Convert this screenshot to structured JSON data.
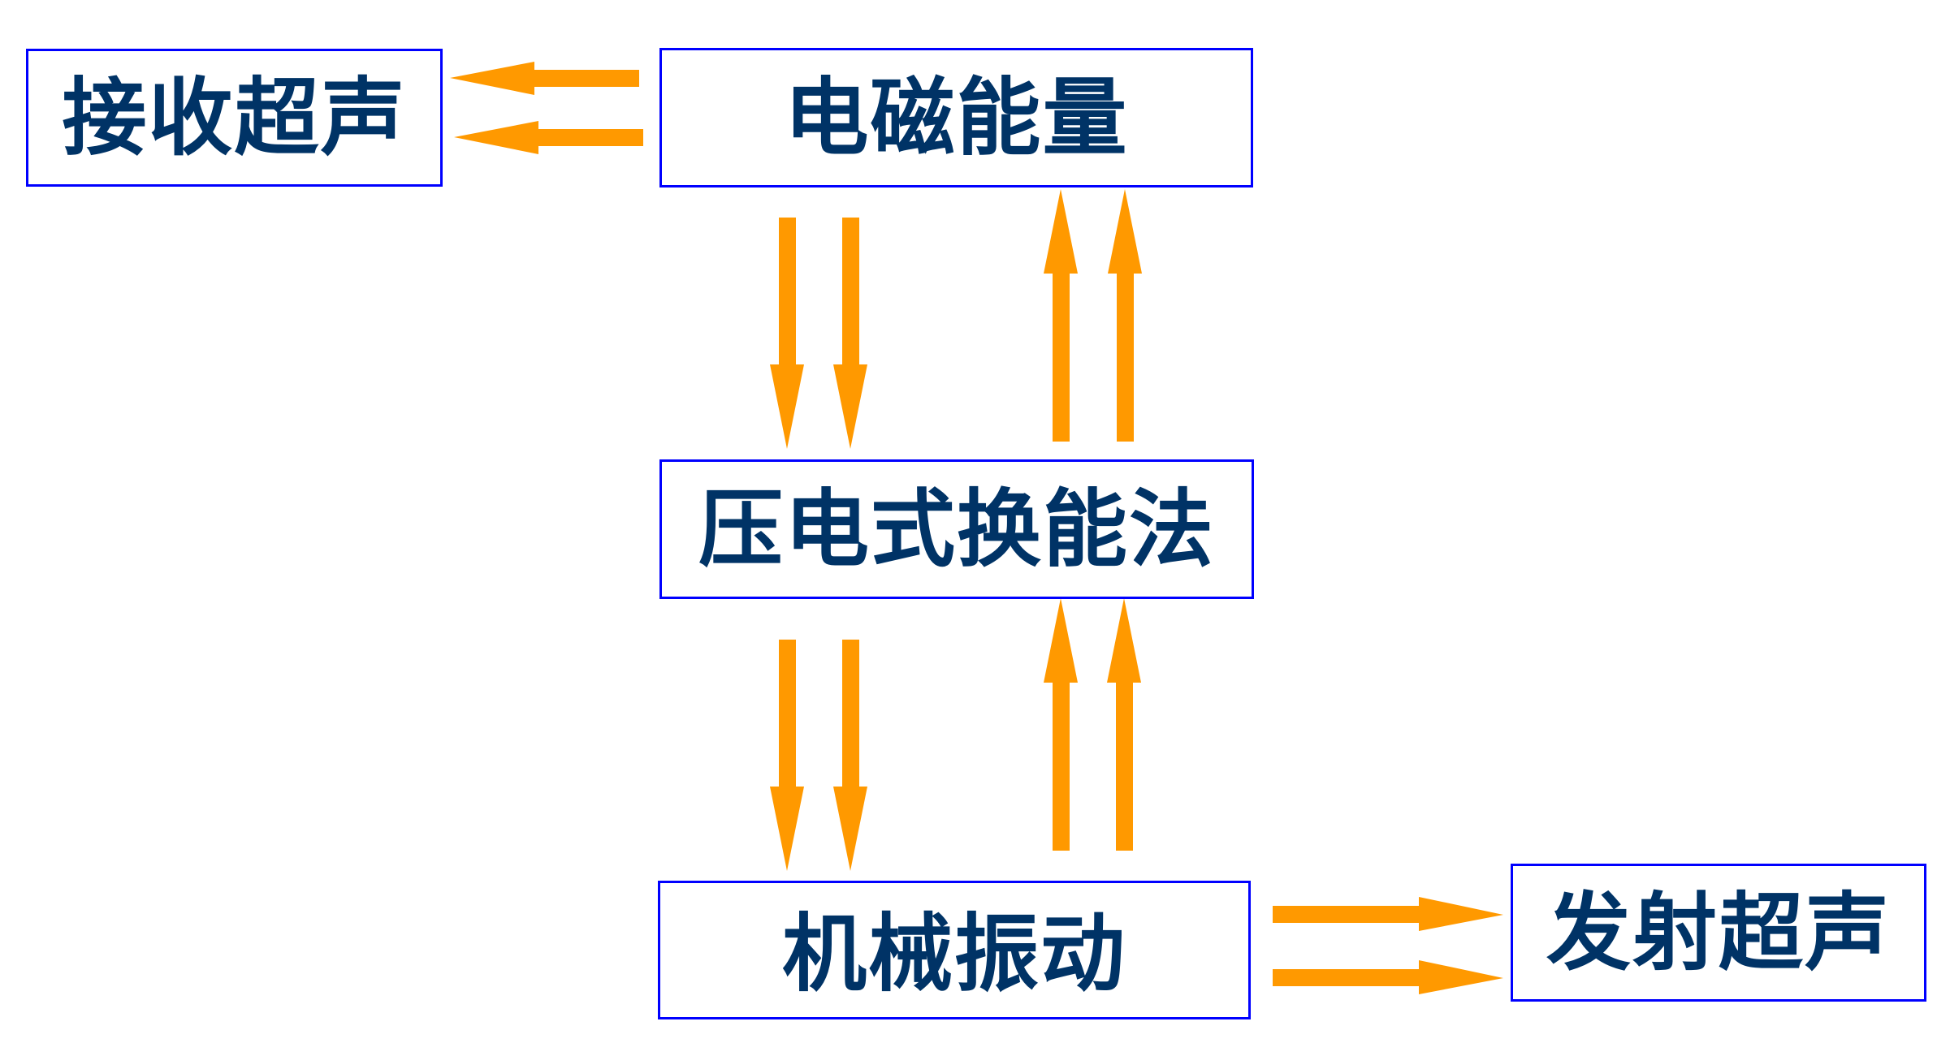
{
  "diagram": {
    "title": "",
    "colors": {
      "box_border": "#0000FF",
      "text": "#003366",
      "arrow": "#FF9900",
      "background": "#FFFFFF"
    },
    "nodes": [
      {
        "id": "receive",
        "label": "接收超声"
      },
      {
        "id": "em",
        "label": "电磁能量"
      },
      {
        "id": "piezo",
        "label": "压电式换能法"
      },
      {
        "id": "mech",
        "label": "机械振动"
      },
      {
        "id": "emit",
        "label": "发射超声"
      }
    ],
    "edges": [
      {
        "from": "em",
        "to": "receive",
        "count": 2,
        "direction": "left"
      },
      {
        "from": "em",
        "to": "piezo",
        "count": 2,
        "direction": "down"
      },
      {
        "from": "piezo",
        "to": "em",
        "count": 2,
        "direction": "up"
      },
      {
        "from": "piezo",
        "to": "mech",
        "count": 2,
        "direction": "down"
      },
      {
        "from": "mech",
        "to": "piezo",
        "count": 2,
        "direction": "up"
      },
      {
        "from": "mech",
        "to": "emit",
        "count": 2,
        "direction": "right"
      }
    ]
  }
}
